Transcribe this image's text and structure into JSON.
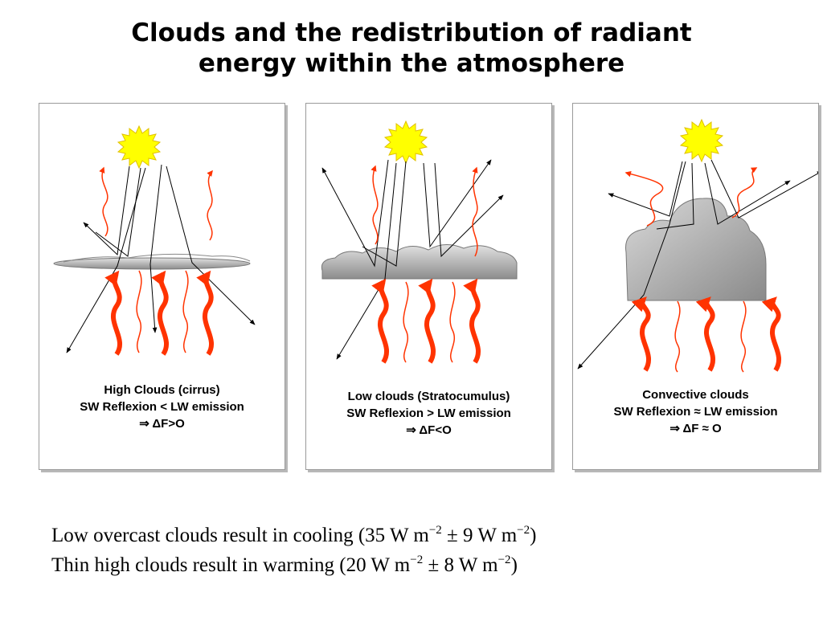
{
  "title": {
    "line1": "Clouds and the redistribution of radiant",
    "line2": "energy within the atmosphere"
  },
  "panels": [
    {
      "caption1": "High Clouds (cirrus)",
      "caption2": "SW Reflexion < LW emission",
      "caption3": "⇒ ΔF>O"
    },
    {
      "caption1": "Low clouds (Stratocumulus)",
      "caption2": "SW Reflexion > LW emission",
      "caption3": "⇒ ΔF<O"
    },
    {
      "caption1": "Convective clouds",
      "caption2": "SW Reflexion ≈ LW emission",
      "caption3": "⇒ ΔF ≈ O"
    }
  ],
  "notes": {
    "line1": {
      "pre": "Low overcast clouds result in cooling (35 W m",
      "exp1": "−2",
      "mid": " ± 9 W m",
      "exp2": "−2",
      "post": ")"
    },
    "line2": {
      "pre": "Thin high clouds result in warming (20 W m",
      "exp1": "−2",
      "mid": " ± 8 W m",
      "exp2": "−2",
      "post": ")"
    }
  },
  "colors": {
    "sun": "#ffff00",
    "lw_arrow": "#ff3300",
    "cloud": "#a8a8a8"
  }
}
